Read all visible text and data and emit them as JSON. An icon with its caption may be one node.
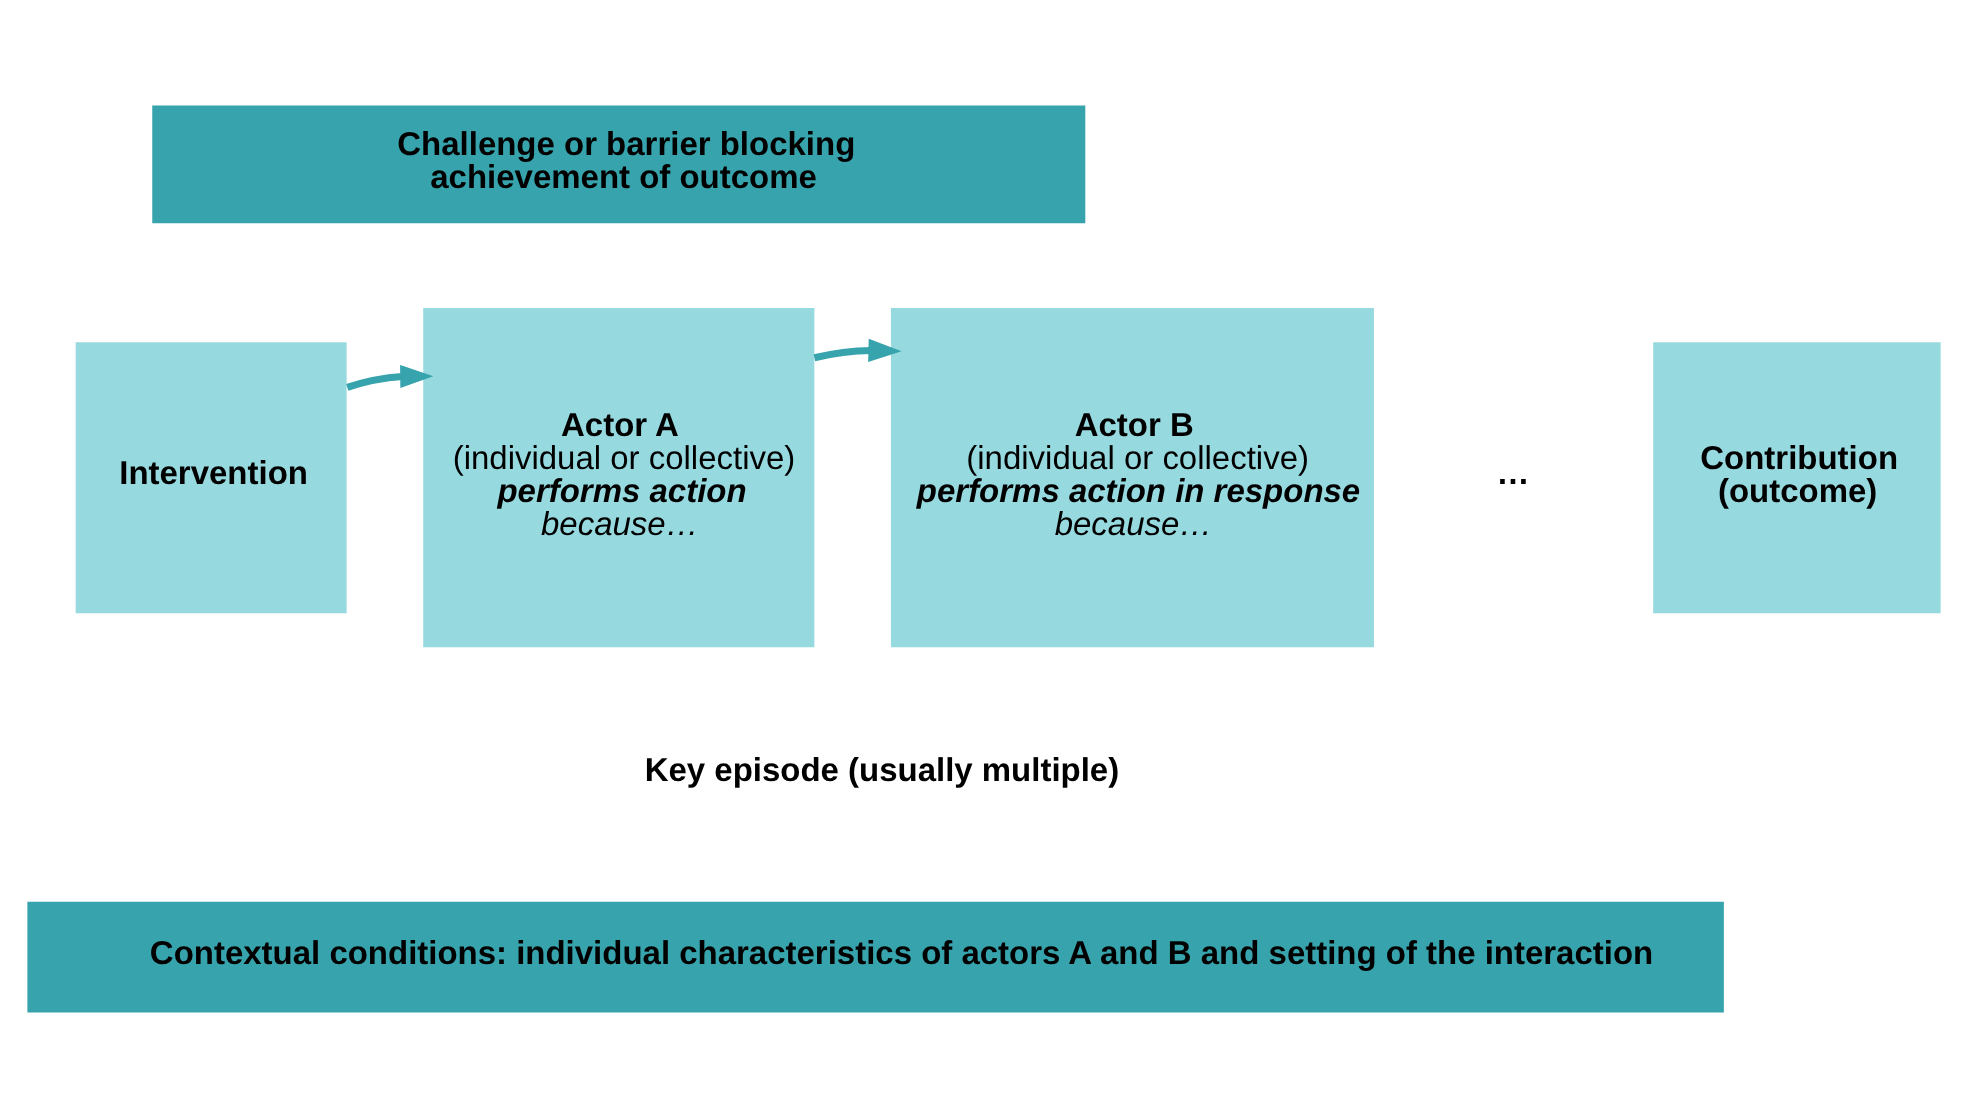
{
  "diagram": {
    "nodes": [
      {
        "text": [
          "Challenge or barrier blocking achievement of outcome"
        ]
      },
      {
        "text": [
          "Intervention"
        ]
      },
      {
        "text": [
          "Actor A",
          "(individual or collective)",
          "performs action",
          "because…"
        ]
      },
      {
        "text": [
          "Actor B",
          "(individual or collective)",
          "performs action in response",
          "because…"
        ]
      },
      {
        "text": [
          "Contribution (outcome)"
        ]
      },
      {
        "text": [
          "Contextual conditions: individual characteristics of actors A and B and setting of the interaction"
        ]
      }
    ],
    "edges": [
      {
        "from": 1,
        "to": 2,
        "arrow": "to"
      },
      {
        "from": 2,
        "to": 3,
        "arrow": "to"
      }
    ],
    "labels": [
      "…",
      "Key episode (usually multiple)"
    ]
  }
}
